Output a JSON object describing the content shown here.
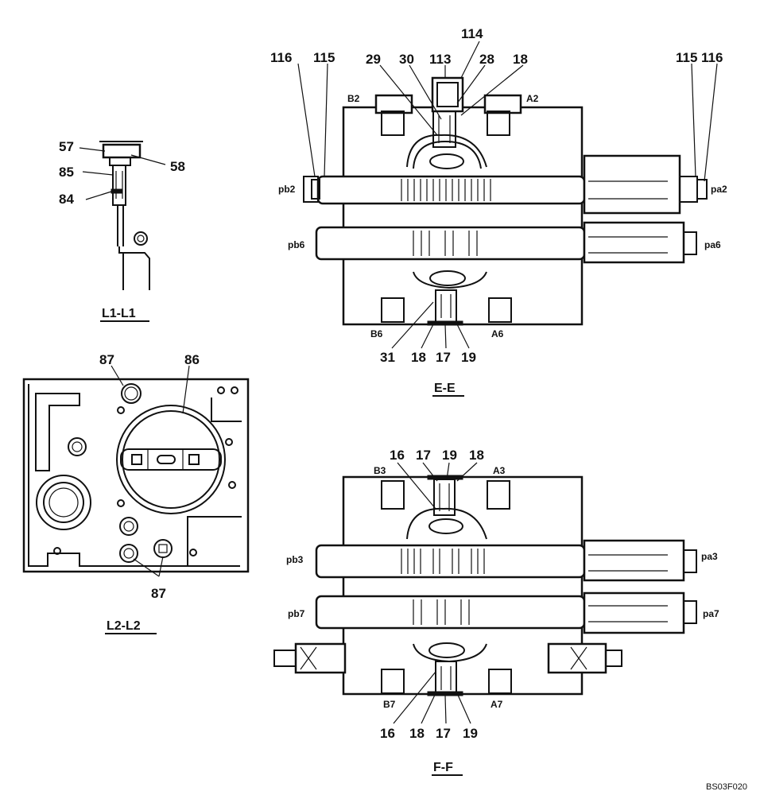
{
  "views": {
    "l1": {
      "title": "L1-L1",
      "parts": [
        "57",
        "58",
        "85",
        "84"
      ]
    },
    "l2": {
      "title": "L2-L2",
      "parts": [
        "87",
        "86",
        "87"
      ]
    },
    "ee": {
      "title": "E-E",
      "top_parts": [
        "116",
        "115",
        "29",
        "30",
        "113",
        "114",
        "28",
        "18",
        "115",
        "116"
      ],
      "bottom_parts": [
        "31",
        "18",
        "17",
        "19"
      ],
      "ports": [
        "B2",
        "A2",
        "pb2",
        "pa2",
        "pb6",
        "pa6",
        "B6",
        "A6"
      ]
    },
    "ff": {
      "title": "F-F",
      "top_parts": [
        "16",
        "17",
        "19",
        "18"
      ],
      "bottom_parts": [
        "16",
        "18",
        "17",
        "19"
      ],
      "ports": [
        "B3",
        "A3",
        "pb3",
        "pa3",
        "pb7",
        "pa7",
        "B7",
        "A7"
      ]
    }
  },
  "drawing_code": "BS03F020"
}
